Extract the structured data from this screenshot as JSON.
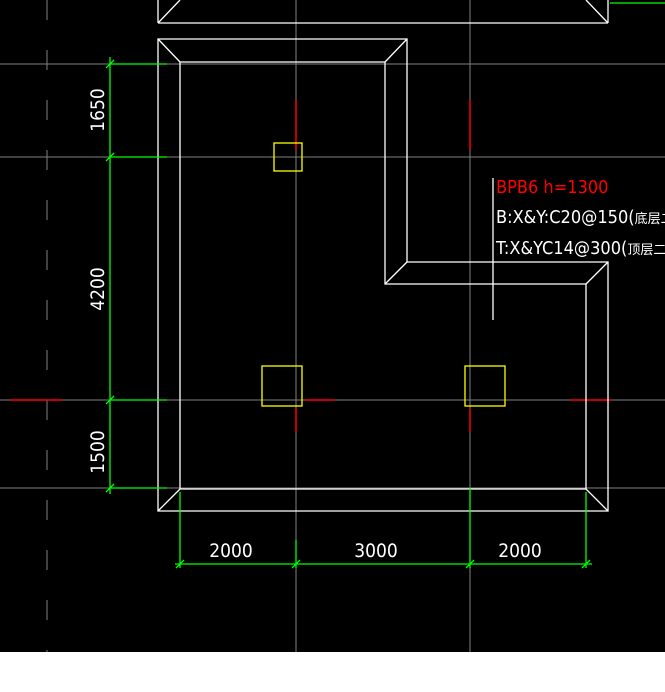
{
  "drawing": {
    "label_title": "BPB6 h=1300",
    "label_bottom_prefix": "B:X&Y:C20@150(",
    "label_bottom_note": "底层二排",
    "label_top_prefix": "T:X&YC14@300(",
    "label_top_note": "顶层二排",
    "note_close": ")"
  },
  "dimensions": {
    "vertical": [
      "1650",
      "4200",
      "1500"
    ],
    "horizontal": [
      "2000",
      "3000",
      "2000"
    ]
  },
  "colors": {
    "background": "#000000",
    "outline": "#ffffff",
    "dimension": "#00ff00",
    "axis": "#808080",
    "axis_mark": "#ff0000",
    "column": "#ffff00",
    "label_title": "#ff0000",
    "label_text": "#ffffff",
    "page_margin": "#ffffff"
  }
}
